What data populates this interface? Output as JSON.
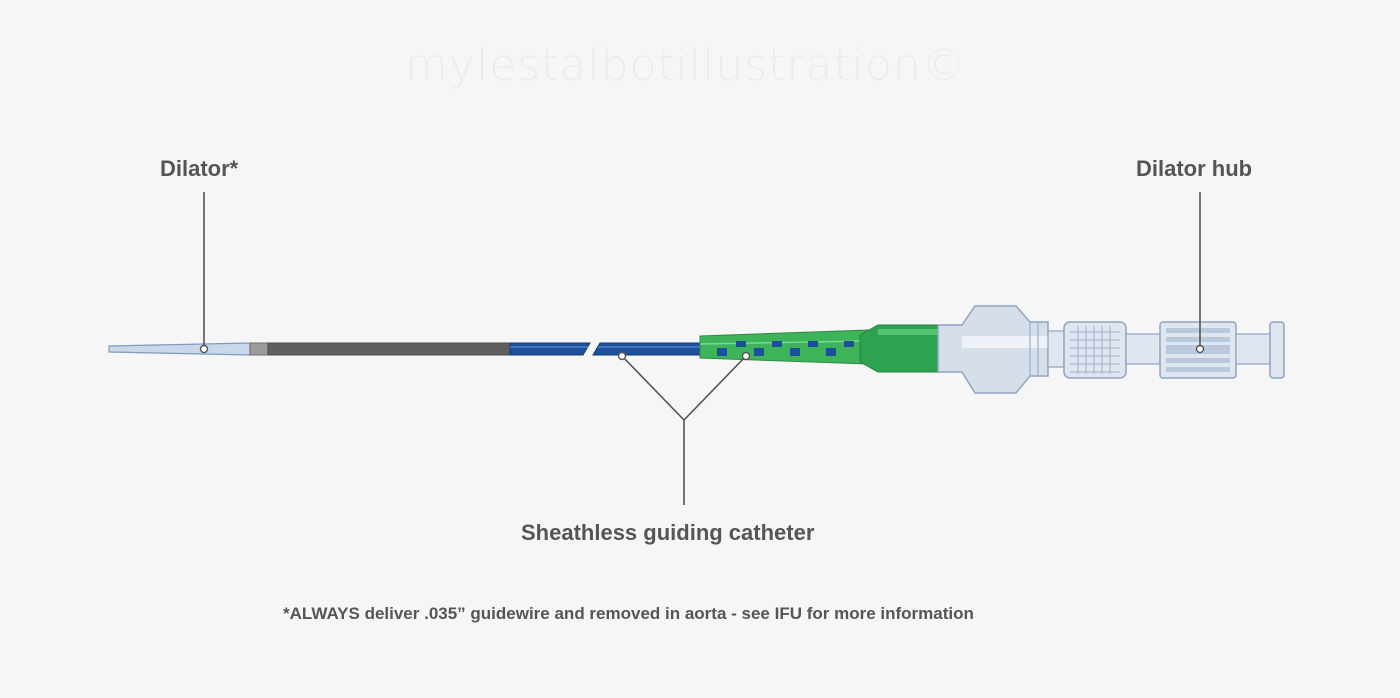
{
  "watermark": "mylestalbotillustration©",
  "labels": {
    "dilator": "Dilator*",
    "dilator_hub": "Dilator hub",
    "sheathless_catheter": "Sheathless guiding catheter"
  },
  "footnote": "*ALWAYS deliver .035” guidewire and removed in aorta - see IFU for more information",
  "colors": {
    "background": "#f6f6f6",
    "catheter_blue": "#1d4f9c",
    "dilator_gray": "#5f5f5f",
    "strain_relief_green": "#3db45a",
    "hub_light_blue": "#d6deea",
    "leader_line": "#555555"
  }
}
